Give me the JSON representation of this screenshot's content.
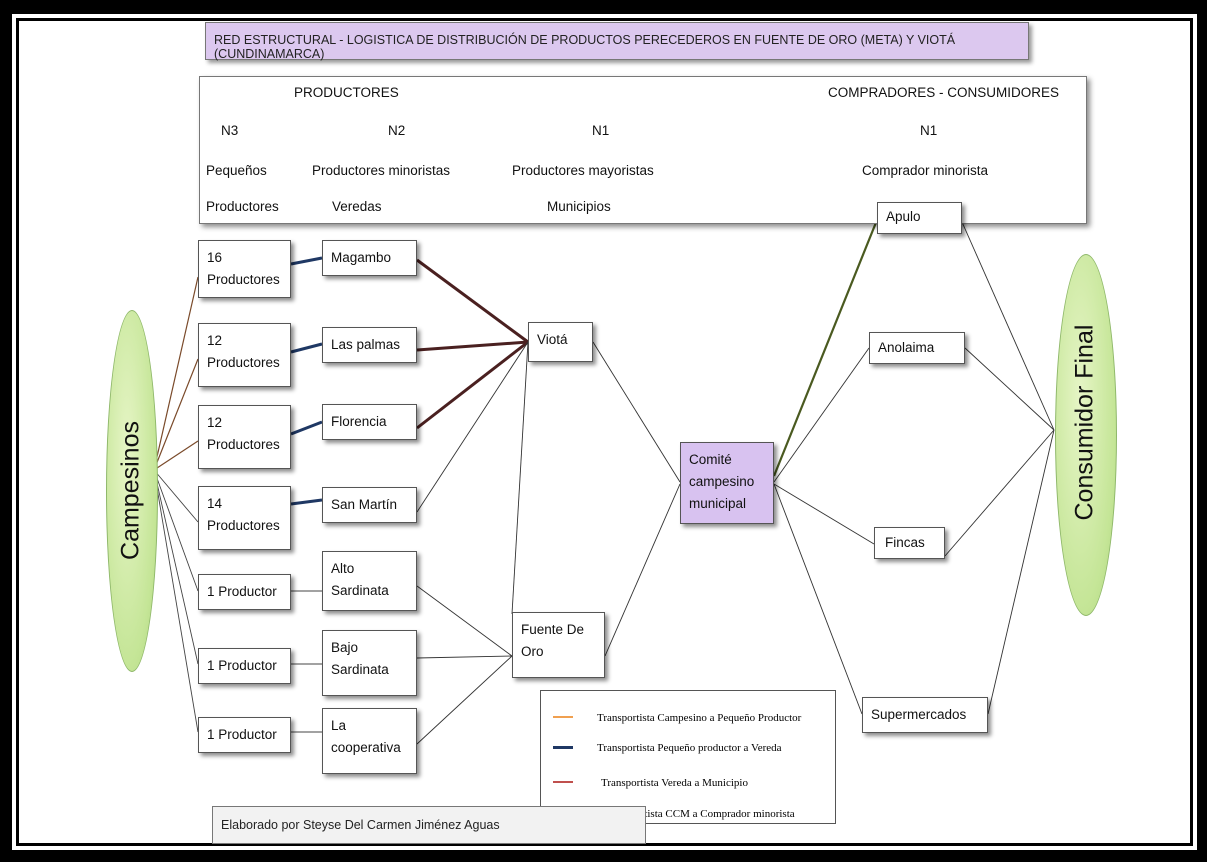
{
  "title": "RED ESTRUCTURAL - LOGISTICA  DE DISTRIBUCIÓN DE PRODUCTOS PERECEDEROS EN FUENTE DE ORO (META) Y VIOTÁ (CUNDINAMARCA)",
  "header": {
    "productores": "PRODUCTORES",
    "compradores": "COMPRADORES - CONSUMIDORES",
    "n3": "N3",
    "n2": "N2",
    "n1_prod": "N1",
    "n1_comp": "N1",
    "pequenos": "Pequeños",
    "productores_word": "Productores",
    "minoristas": "Productores minoristas",
    "veredas": "Veredas",
    "mayoristas": "Productores  mayoristas",
    "municipios": "Municipios",
    "comprador_minorista": "Comprador minorista"
  },
  "campesinos": "Campesinos",
  "consumidor_final": "Consumidor Final",
  "pequenos_productores": [
    {
      "line1": "16",
      "line2": "Productores"
    },
    {
      "line1": "12",
      "line2": "Productores"
    },
    {
      "line1": "12",
      "line2": "Productores"
    },
    {
      "line1": "14",
      "line2": "Productores"
    },
    {
      "line1": "1 Productor",
      "line2": ""
    },
    {
      "line1": "1 Productor",
      "line2": ""
    },
    {
      "line1": "1 Productor",
      "line2": ""
    }
  ],
  "veredas": [
    {
      "line1": "Magambo",
      "line2": ""
    },
    {
      "line1": "Las palmas",
      "line2": ""
    },
    {
      "line1": "Florencia",
      "line2": ""
    },
    {
      "line1": "San Martín",
      "line2": ""
    },
    {
      "line1": "Alto",
      "line2": "Sardinata"
    },
    {
      "line1": "Bajo",
      "line2": "Sardinata"
    },
    {
      "line1": "La",
      "line2": "cooperativa"
    }
  ],
  "municipios": {
    "viota": "Viotá",
    "fuente_line1": "Fuente De",
    "fuente_line2": "Oro"
  },
  "comite": {
    "line1": "Comité",
    "line2": "campesino",
    "line3": "municipal"
  },
  "compradores": [
    "Apulo",
    "Anolaima",
    "Fincas",
    "Supermercados"
  ],
  "legend": [
    {
      "text": "Transportista Campesino a Pequeño  Productor",
      "color": "#f0a050"
    },
    {
      "text": "Transportista Pequeño productor a Vereda",
      "color": "#1f3864"
    },
    {
      "text": "Transportista Vereda  a Municipio",
      "color": "#c0504d"
    },
    {
      "text": "Transportista  CCM a Comprador minorista",
      "color": "#9bbb59"
    }
  ],
  "credit": "Elaborado por Steyse Del Carmen Jiménez Aguas"
}
